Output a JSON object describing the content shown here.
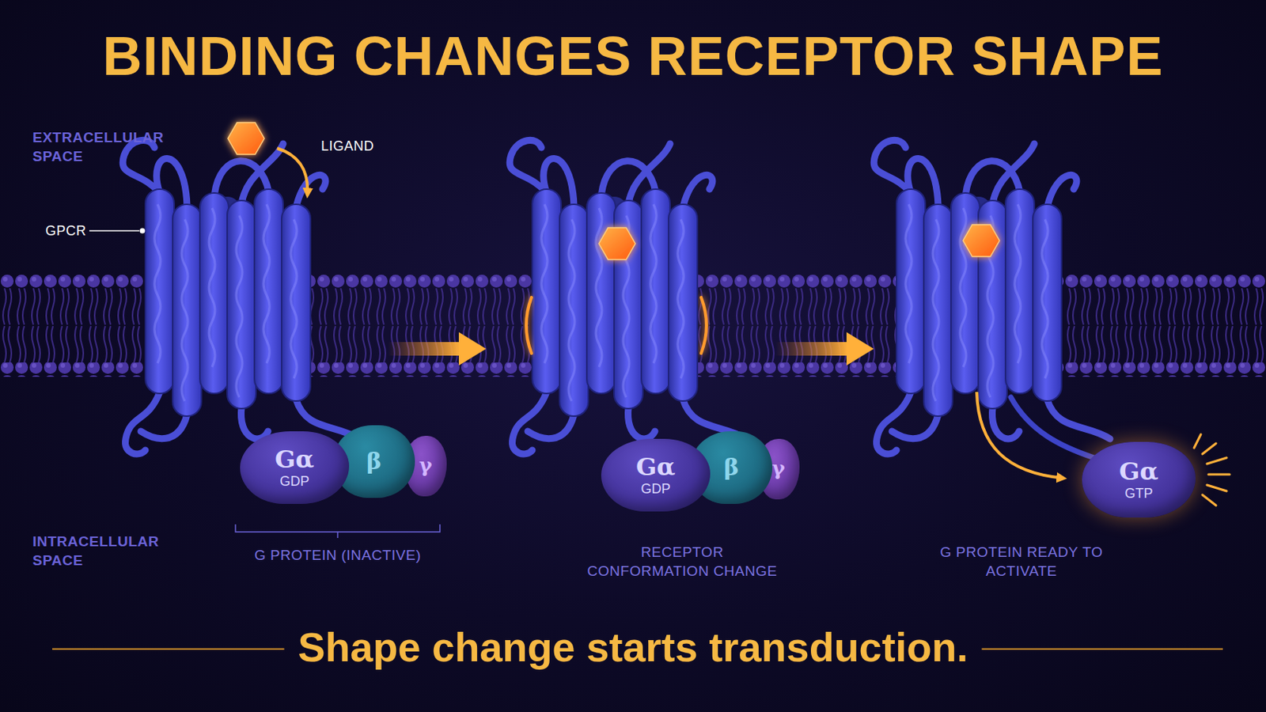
{
  "diagram": {
    "title": "BINDING CHANGES RECEPTOR SHAPE",
    "caption": "Shape change starts transduction.",
    "nodes": [
      {
        "text": [
          "Gα",
          "GDP"
        ]
      },
      {
        "text": [
          "β"
        ]
      },
      {
        "text": [
          "γ"
        ]
      },
      {
        "text": [
          "Gα",
          "GDP"
        ]
      },
      {
        "text": [
          "β"
        ]
      },
      {
        "text": [
          "γ"
        ]
      },
      {
        "text": [
          "Gα",
          "GTP"
        ]
      }
    ],
    "labels": [
      "EXTRACELLULAR SPACE",
      "LIGAND",
      "GPCR",
      "INTRACELLULAR SPACE",
      "G PROTEIN (INACTIVE)",
      "RECEPTOR CONFORMATION CHANGE",
      "G PROTEIN READY TO ACTIVATE"
    ]
  }
}
